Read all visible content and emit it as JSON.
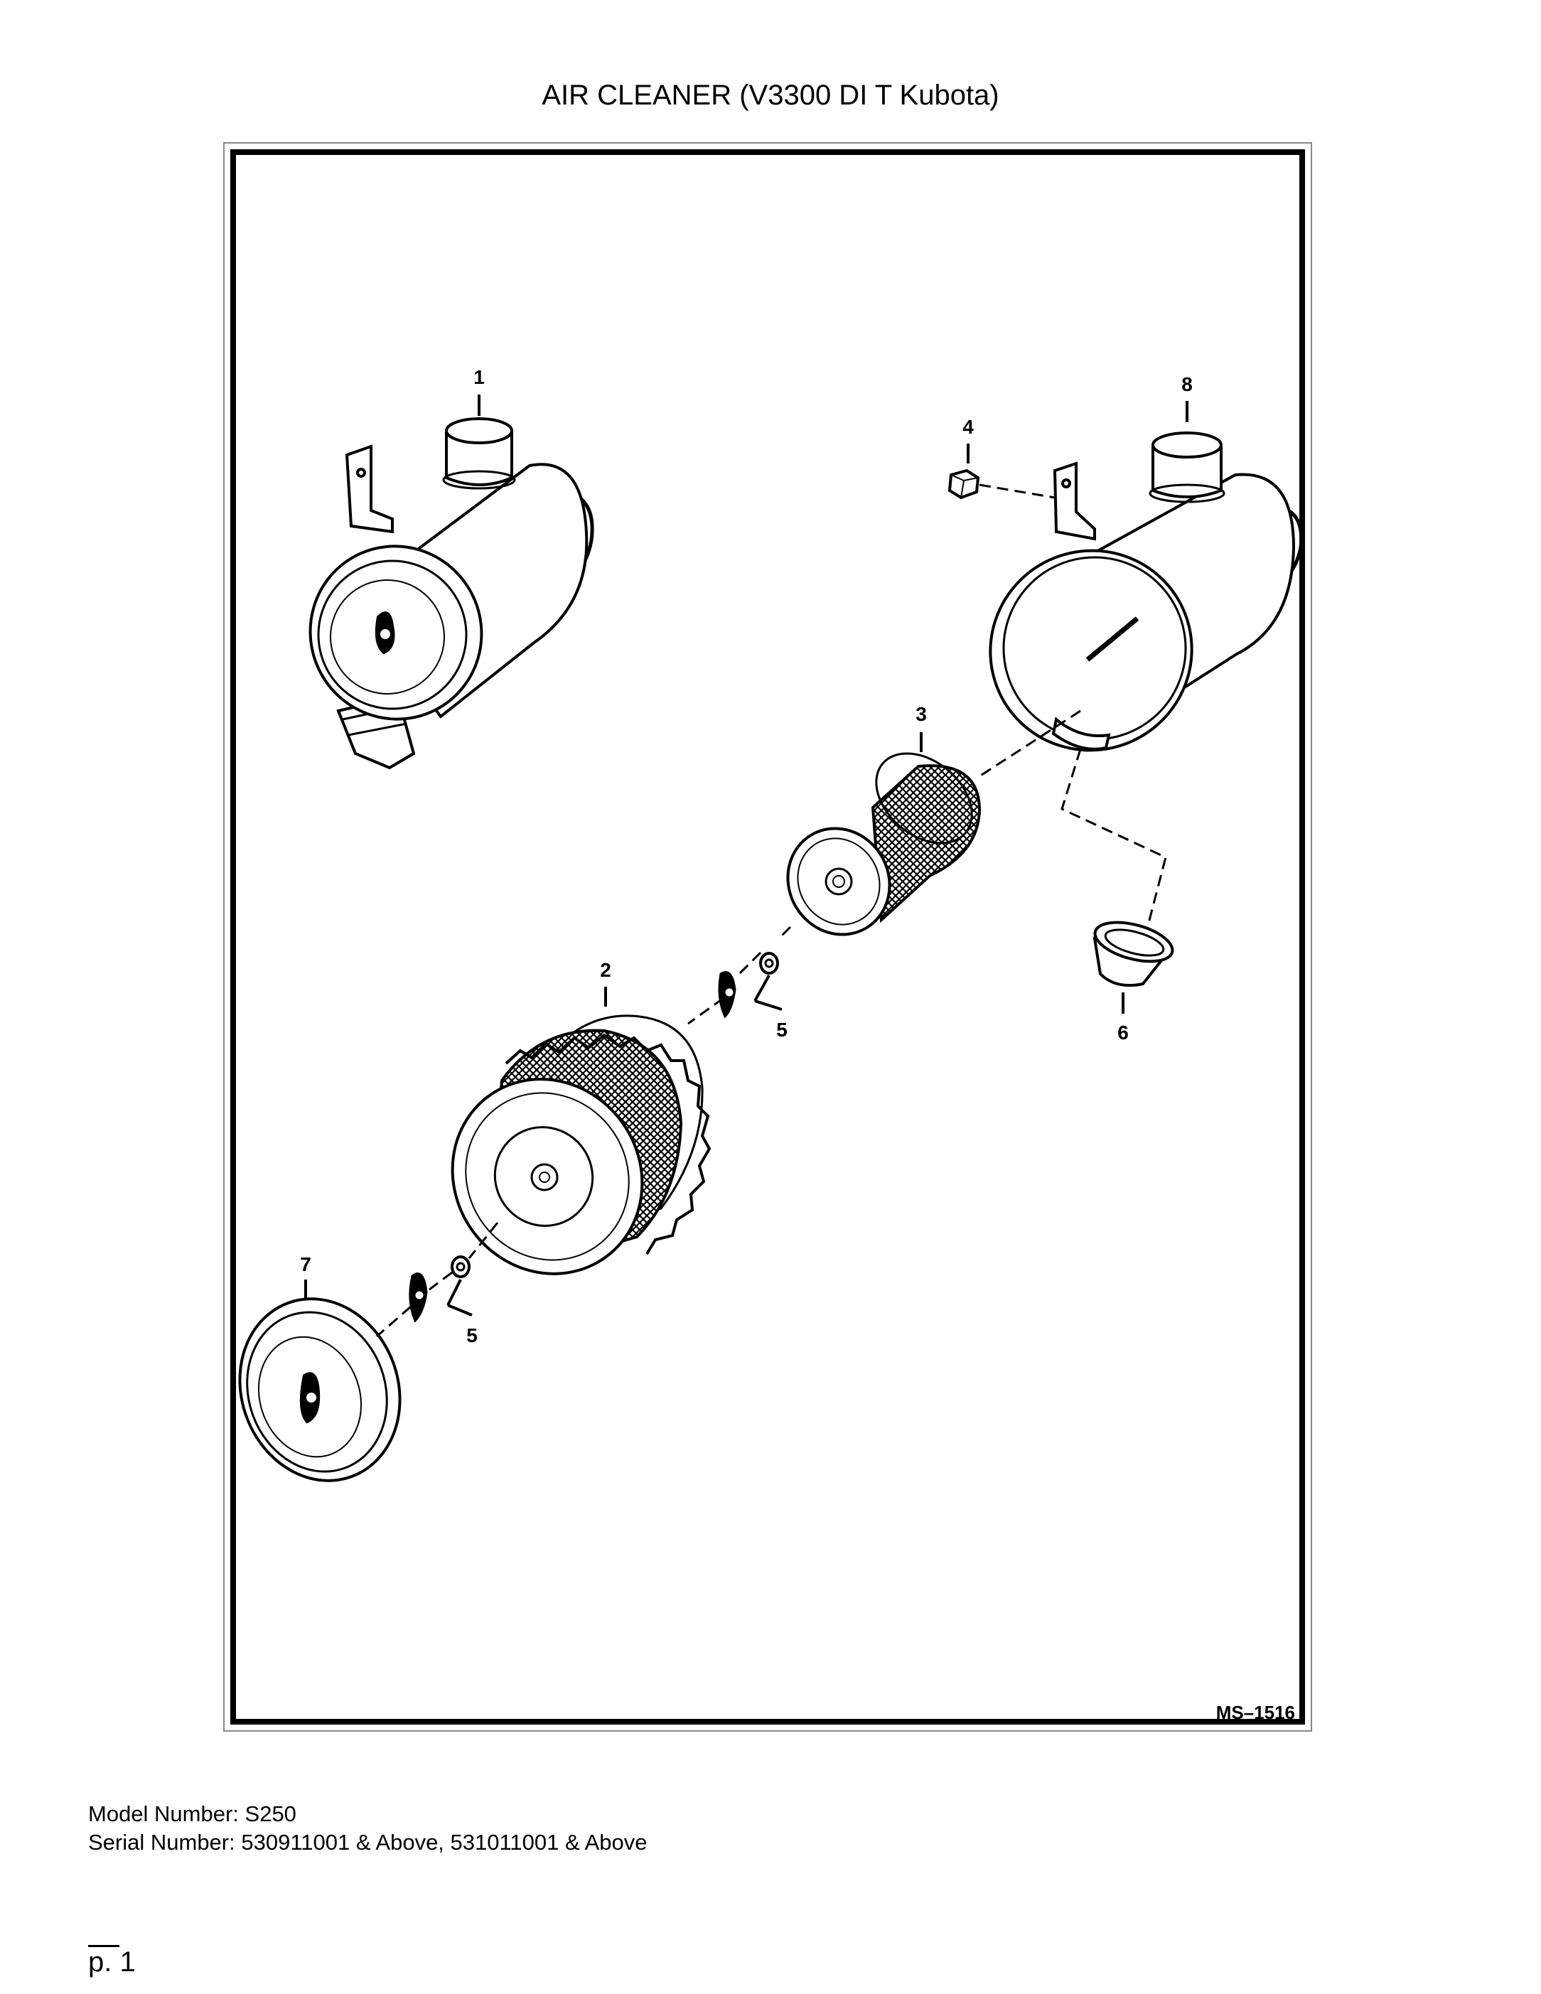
{
  "title": "AIR CLEANER (V3300 DI T Kubota)",
  "diagram": {
    "drawing_number": "MS–1516",
    "callouts": [
      "1",
      "2",
      "3",
      "4",
      "5",
      "5",
      "6",
      "7",
      "8"
    ]
  },
  "footer": {
    "model_line": "Model Number: S250",
    "serial_line": "Serial Number: 530911001 & Above, 531011001 & Above"
  },
  "page": {
    "number_label": "p. 1"
  }
}
